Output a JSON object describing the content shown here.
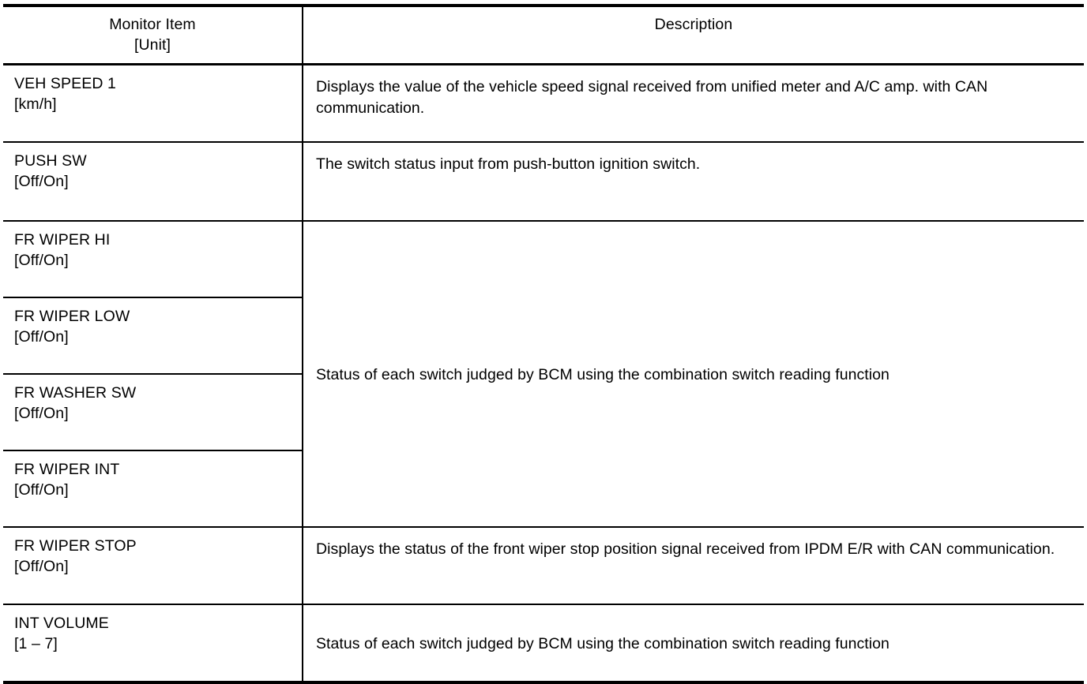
{
  "table": {
    "headers": {
      "item_line1": "Monitor Item",
      "item_line2": "[Unit]",
      "description": "Description"
    },
    "rows": [
      {
        "name": "VEH SPEED 1",
        "unit": "[km/h]",
        "description": "Displays the value of the vehicle speed signal received from unified meter and A/C amp. with CAN communication."
      },
      {
        "name": "PUSH SW",
        "unit": "[Off/On]",
        "description": "The switch status input from push-button ignition switch."
      },
      {
        "name": "FR WIPER HI",
        "unit": "[Off/On]",
        "description": "Status of each switch judged by BCM using the combination switch reading function"
      },
      {
        "name": "FR WIPER LOW",
        "unit": "[Off/On]",
        "description": ""
      },
      {
        "name": "FR WASHER SW",
        "unit": "[Off/On]",
        "description": ""
      },
      {
        "name": "FR WIPER INT",
        "unit": "[Off/On]",
        "description": ""
      },
      {
        "name": "FR WIPER STOP",
        "unit": "[Off/On]",
        "description": "Displays the status of the front wiper stop position signal received from IPDM E/R with CAN communication."
      },
      {
        "name": "INT VOLUME",
        "unit": "[1 – 7]",
        "description": "Status of each switch judged by BCM using the combination switch reading function"
      }
    ],
    "merged_description": "Status of each switch judged by BCM using the combination switch reading function"
  }
}
